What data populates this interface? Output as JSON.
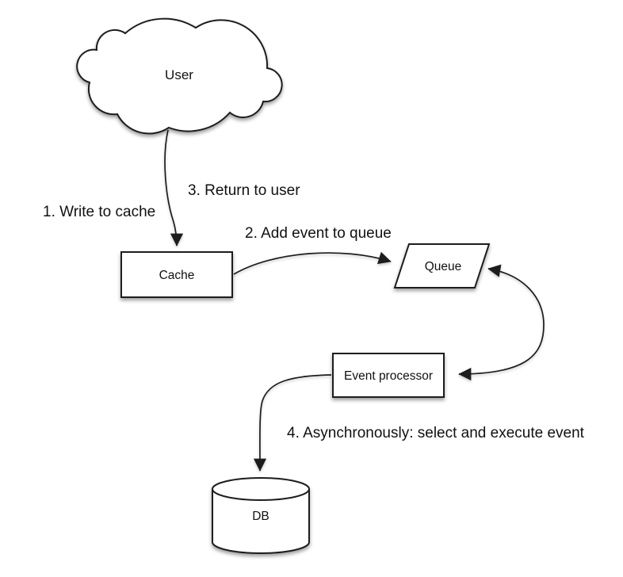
{
  "diagram": {
    "nodes": {
      "user": {
        "label": "User",
        "shape": "cloud"
      },
      "cache": {
        "label": "Cache",
        "shape": "rectangle"
      },
      "queue": {
        "label": "Queue",
        "shape": "parallelogram"
      },
      "event_processor": {
        "label": "Event processor",
        "shape": "rectangle"
      },
      "db": {
        "label": "DB",
        "shape": "cylinder"
      }
    },
    "steps": {
      "step1": "1. Write to cache",
      "step2": "2. Add event to queue",
      "step3": "3. Return to user",
      "step4": "4. Asynchronously: select and execute event"
    },
    "edges": [
      {
        "from": "user",
        "to": "cache",
        "arrow": "single"
      },
      {
        "from": "cache",
        "to": "queue",
        "arrow": "single"
      },
      {
        "from": "queue",
        "to": "event_processor",
        "arrow": "double"
      },
      {
        "from": "event_processor",
        "to": "db",
        "arrow": "single"
      }
    ],
    "colors": {
      "stroke": "#1d1d1d",
      "fill": "#ffffff",
      "text": "#111111",
      "background": "#ffffff"
    }
  }
}
